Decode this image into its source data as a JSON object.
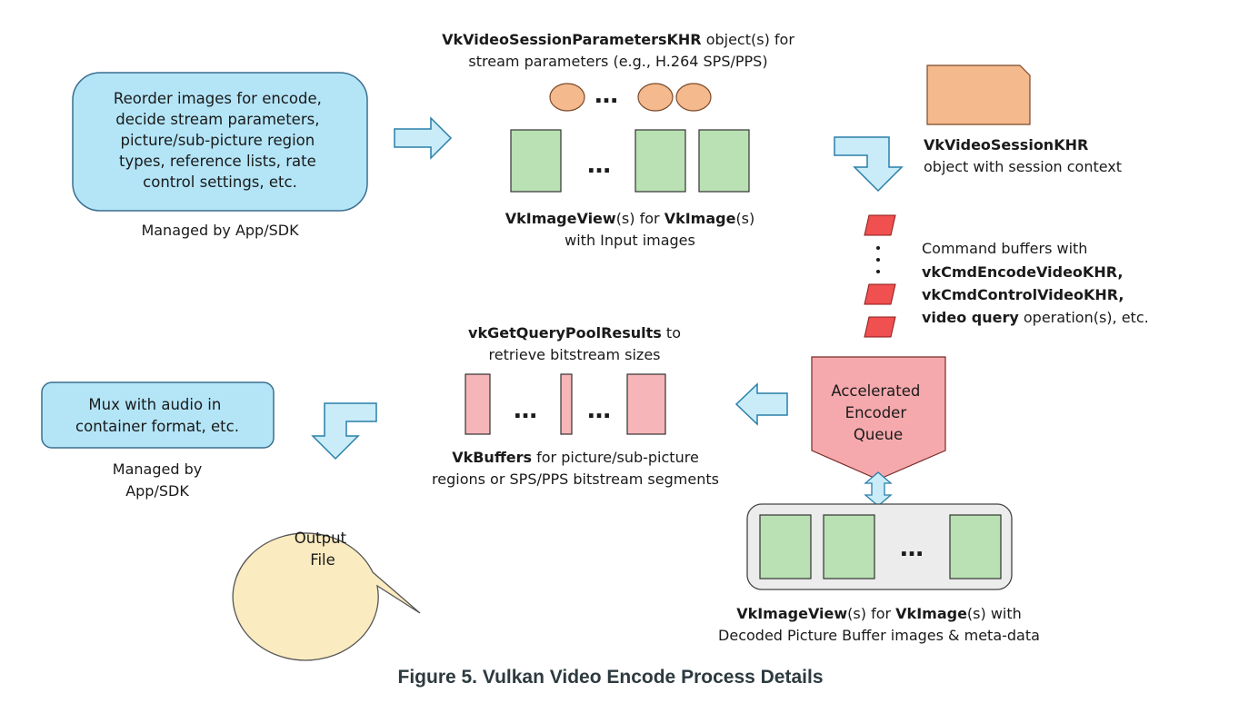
{
  "app_sdk_box": {
    "lines": [
      "Reorder images for encode,",
      "decide stream parameters,",
      "picture/sub-picture region",
      "types, reference lists, rate",
      "control settings, etc."
    ],
    "managed_label": "Managed by App/SDK"
  },
  "session_params": {
    "line1_bold": "VkVideoSessionParametersKHR",
    "line1_rest": " object(s) for",
    "line2": "stream parameters (e.g., H.264 SPS/PPS)"
  },
  "input_images": {
    "p1": "VkImageView",
    "p2": "(s) for ",
    "p3": "VkImage",
    "p4": "(s)",
    "line2": "with Input images"
  },
  "session": {
    "line1": "VkVideoSessionKHR",
    "line2": "object with session context"
  },
  "command_buffers": {
    "line1": "Command buffers with",
    "line2": "vkCmdEncodeVideoKHR,",
    "line3": "vkCmdControlVideoKHR,",
    "line4_bold": "video query",
    "line4_rest": " operation(s), etc."
  },
  "query_results": {
    "line1": "vkGetQueryPoolResults",
    "line1_rest": " to",
    "line2": "retrieve bitstream sizes"
  },
  "buffers": {
    "line1_bold": "VkBuffers",
    "line1_rest": " for picture/sub-picture",
    "line2": "regions or SPS/PPS bitstream segments"
  },
  "encoder_queue": {
    "lines": [
      "Accelerated",
      "Encoder",
      "Queue"
    ]
  },
  "dpb": {
    "p1": "VkImageView",
    "p2": "(s) for ",
    "p3": "VkImage",
    "p4": "(s) with",
    "line2": "Decoded Picture Buffer images & meta-data"
  },
  "mux_box": {
    "lines": [
      "Mux with audio in",
      "container format, etc."
    ],
    "managed_line1": "Managed by",
    "managed_line2": "App/SDK"
  },
  "output_file": {
    "lines": [
      "Output",
      "File"
    ]
  },
  "ellipsis": "…",
  "caption": "Figure 5. Vulkan Video Encode Process Details",
  "colors": {
    "app_box": "#b3e5f7",
    "arrow_fill": "#c9ecf8",
    "arrow_stroke": "#2a7fa8",
    "image_green": "#b9e1b3",
    "param_orange": "#f4b98c",
    "cmd_red": "#f05050",
    "buffer_pink": "#f6b5b8",
    "queue_pink": "#f5a9ad",
    "output_yellow": "#faebc0",
    "dpb_bg": "#ececec"
  }
}
